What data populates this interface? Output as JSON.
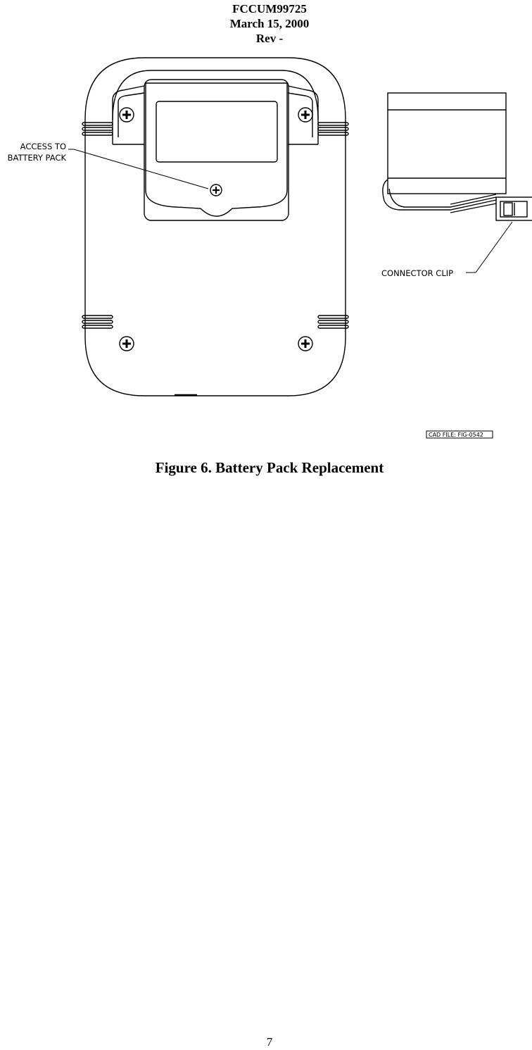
{
  "header": {
    "doc_id": "FCCUM99725",
    "date": "March 15, 2000",
    "revision": "Rev -"
  },
  "figure": {
    "label_access_line1": "ACCESS TO",
    "label_access_line2": "BATTERY PACK",
    "label_connector": "CONNECTOR CLIP",
    "cad_file": "CAD FILE: FIG-0542",
    "caption": "Figure 6.  Battery Pack Replacement"
  },
  "footer": {
    "page_number": "7"
  }
}
